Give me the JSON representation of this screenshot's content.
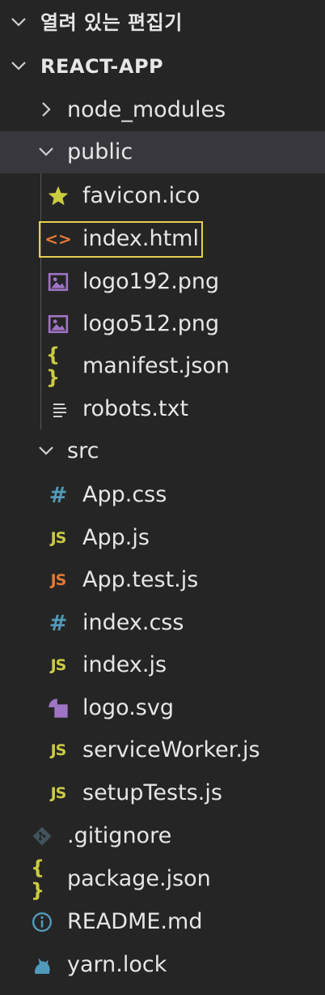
{
  "open_editors": {
    "title": "열려 있는 편집기"
  },
  "project": {
    "title": "REACT-APP"
  },
  "tree": {
    "node_modules": {
      "label": "node_modules"
    },
    "public": {
      "label": "public",
      "files": [
        {
          "label": "favicon.ico",
          "icon": "star-icon"
        },
        {
          "label": "index.html",
          "icon": "html-code-icon"
        },
        {
          "label": "logo192.png",
          "icon": "image-icon"
        },
        {
          "label": "logo512.png",
          "icon": "image-icon"
        },
        {
          "label": "manifest.json",
          "icon": "json-braces-icon"
        },
        {
          "label": "robots.txt",
          "icon": "text-lines-icon"
        }
      ]
    },
    "src": {
      "label": "src",
      "files": [
        {
          "label": "App.css",
          "icon": "css-hash-icon"
        },
        {
          "label": "App.js",
          "icon": "js-icon"
        },
        {
          "label": "App.test.js",
          "icon": "js-test-icon"
        },
        {
          "label": "index.css",
          "icon": "css-hash-icon"
        },
        {
          "label": "index.js",
          "icon": "js-icon"
        },
        {
          "label": "logo.svg",
          "icon": "svg-shapes-icon"
        },
        {
          "label": "serviceWorker.js",
          "icon": "js-icon"
        },
        {
          "label": "setupTests.js",
          "icon": "js-icon"
        }
      ]
    },
    "root_files": [
      {
        "label": ".gitignore",
        "icon": "git-icon"
      },
      {
        "label": "package.json",
        "icon": "json-braces-icon"
      },
      {
        "label": "README.md",
        "icon": "info-icon"
      },
      {
        "label": "yarn.lock",
        "icon": "yarn-cat-icon"
      }
    ]
  },
  "icon_glyphs": {
    "js": "JS",
    "hash": "#",
    "braces": "{ }",
    "html": "<>"
  },
  "colors": {
    "background": "#252526",
    "selected_row": "#37373d",
    "focus_border": "#e5cf4c",
    "js_yellow": "#cbcb41",
    "orange": "#e37933",
    "css_blue": "#519aba",
    "purple": "#a074c4"
  }
}
